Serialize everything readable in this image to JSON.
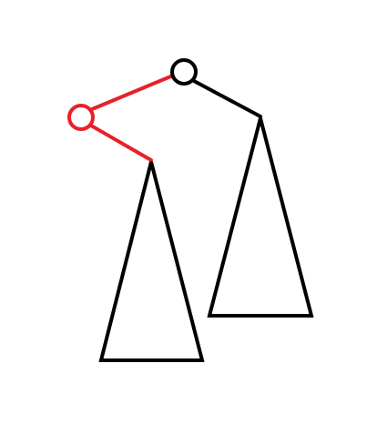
{
  "diagram": {
    "description": "",
    "colors": {
      "background": "#ffffff",
      "black": "#000000",
      "red": "#e8202a"
    },
    "elements": [
      {
        "id": "root-node",
        "kind": "node",
        "color": "black"
      },
      {
        "id": "left-child-node",
        "kind": "node",
        "color": "red"
      },
      {
        "id": "edge-root-to-left-child",
        "kind": "edge",
        "color": "red"
      },
      {
        "id": "edge-root-to-right-subtree",
        "kind": "edge",
        "color": "black"
      },
      {
        "id": "edge-left-child-to-subtree",
        "kind": "edge",
        "color": "red"
      },
      {
        "id": "left-subtree-triangle",
        "kind": "subtree",
        "color": "black"
      },
      {
        "id": "right-subtree-triangle",
        "kind": "subtree",
        "color": "black"
      }
    ]
  }
}
